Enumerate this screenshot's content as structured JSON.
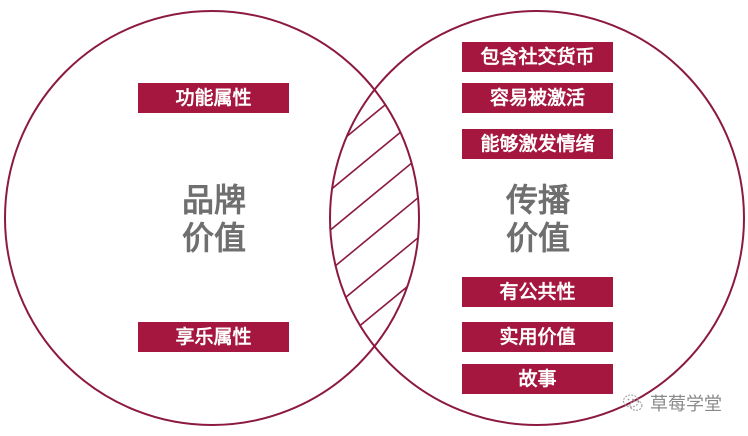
{
  "diagram": {
    "type": "venn",
    "colors": {
      "accent": "#a5173f",
      "circle_stroke": "#8c1a3f",
      "title_text": "#6f6f6f",
      "tag_text": "#ffffff",
      "watermark_text": "#8a8a8a"
    },
    "left_circle": {
      "title_line1": "品牌",
      "title_line2": "价值",
      "tags": [
        "功能属性",
        "享乐属性"
      ]
    },
    "right_circle": {
      "title_line1": "传播",
      "title_line2": "价值",
      "tags": [
        "包含社交货币",
        "容易被激活",
        "能够激发情绪",
        "有公共性",
        "实用价值",
        "故事"
      ]
    },
    "intersection": {
      "fill": "hatched"
    }
  },
  "watermark": {
    "icon": "wechat-icon",
    "text": "草莓学堂"
  }
}
